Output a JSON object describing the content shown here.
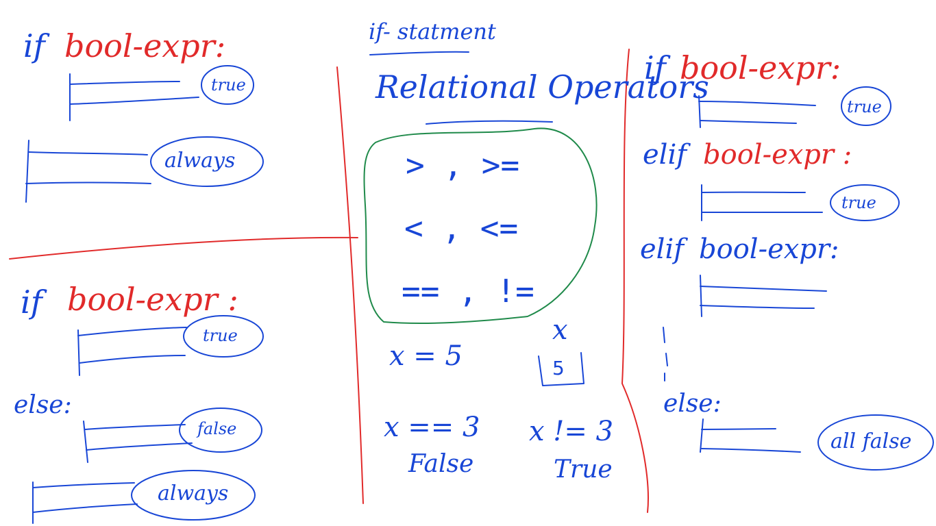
{
  "colors": {
    "blue": "#1846d6",
    "red": "#e12a2a",
    "green": "#1f8a4a"
  },
  "center": {
    "heading": "if- statment",
    "title": "Relational Operators",
    "ops_row1": "> , >=",
    "ops_row2": "< , <=",
    "ops_row3": "== , !=",
    "assign": "x = 5",
    "var_name": "x",
    "var_box_value": "5",
    "expr_eq": "x == 3",
    "expr_eq_result": "False",
    "expr_ne": "x != 3",
    "expr_ne_result": "True"
  },
  "top_left": {
    "kw_if": "if",
    "cond": "bool-expr:",
    "label_true": "true",
    "label_always": "always"
  },
  "bottom_left": {
    "kw_if": "if",
    "cond": "bool-expr :",
    "label_true": "true",
    "kw_else": "else:",
    "label_false": "false",
    "label_always": "always"
  },
  "right": {
    "kw_if": "if",
    "cond1": "bool-expr:",
    "label_true1": "true",
    "kw_elif1": "elif",
    "cond2": "bool-expr :",
    "label_true2": "true",
    "kw_elif2": "elif",
    "cond3": "bool-expr:",
    "kw_else": "else:",
    "label_all_false": "all false"
  }
}
